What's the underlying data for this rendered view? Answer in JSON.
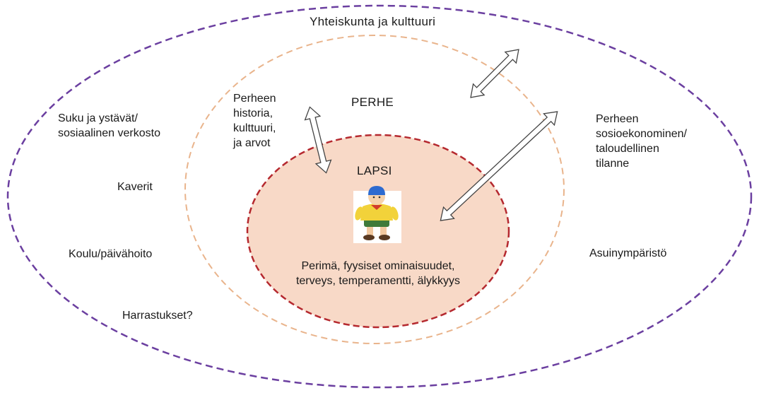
{
  "outer_label": "Yhteiskunta ja kulttuuri",
  "middle_label": "PERHE",
  "inner_label": "LAPSI",
  "inner_text": [
    "Perimä, fyysiset ominaisuudet,",
    "terveys, temperamentti, älykkyys"
  ],
  "left": {
    "suku": [
      "Suku ja ystävät/",
      "sosiaalinen verkosto"
    ],
    "kaverit": "Kaverit",
    "koulu": "Koulu/päivähoito",
    "harrastukset": "Harrastukset?"
  },
  "right": {
    "sosio": [
      "Perheen",
      "sosioekonominen/",
      "taloudellinen",
      "tilanne"
    ],
    "asuin": "Asuinympäristö"
  },
  "family": [
    "Perheen",
    "historia,",
    "kulttuuri,",
    "ja arvot"
  ],
  "icon": "child-toy-figure-icon",
  "colors": {
    "outer_dash": "#6b3fa0",
    "middle_dash": "#e9b48c",
    "inner_dash": "#b5292f",
    "inner_fill": "#f8d9c7",
    "arrow": "#444444"
  }
}
